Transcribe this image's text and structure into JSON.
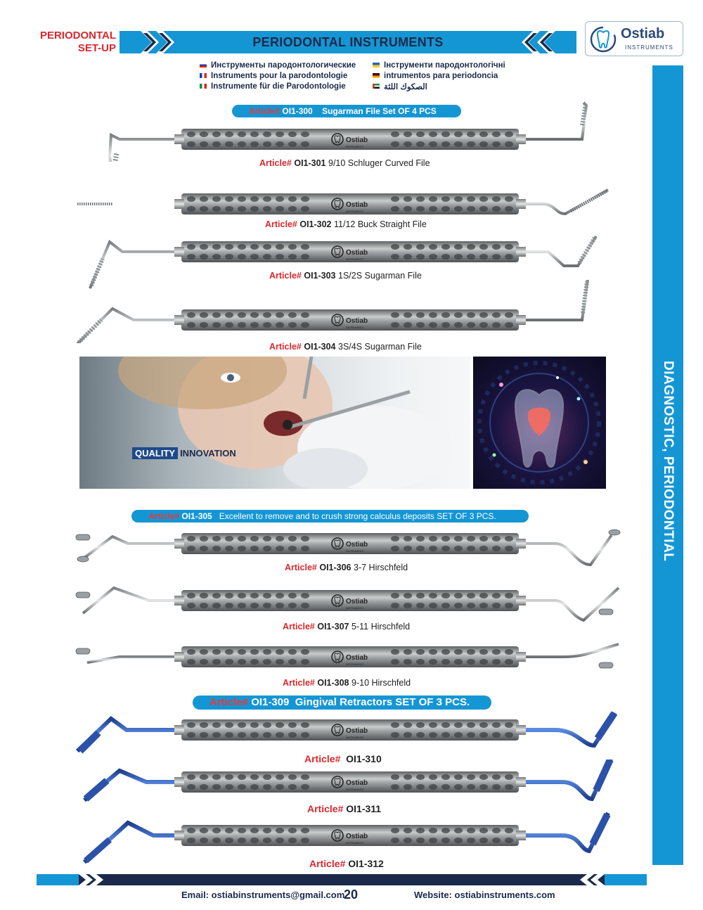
{
  "section_tag": [
    "PERIODONTAL",
    "SET-UP"
  ],
  "header_title": "PERIODONTAL INSTRUMENTS",
  "logo": {
    "brand": "Ostiab",
    "sub": "INSTRUMENTS"
  },
  "languages": {
    "left": [
      {
        "flag": "ru",
        "text": "Инструменты пародонтологические"
      },
      {
        "flag": "fr",
        "text": "Instruments pour la parodontologie"
      },
      {
        "flag": "it",
        "text": "Instrumente für die Parodontologie"
      }
    ],
    "right": [
      {
        "flag": "ua",
        "text": "Інструменти пародонтологічні"
      },
      {
        "flag": "de",
        "text": "intrumentos para periodoncia"
      },
      {
        "flag": "ae",
        "text": "الصكوك اللثة"
      }
    ]
  },
  "side_label": "DIAGNOSTIC, PERIODONTIAL",
  "sets": [
    {
      "art": "Article#",
      "code": "OI1-300",
      "text": "Sugarman File Set OF 4 PCS"
    },
    {
      "art": "Article#",
      "code": "OI1-305",
      "text": "Excellent to remove and to crush strong calculus deposits SET OF 3 PCS."
    },
    {
      "art": "Article#",
      "code": "OI1-309",
      "text": "Gingival Retractors SET OF 3 PCS."
    }
  ],
  "items": [
    {
      "art": "Article#",
      "code": "OI1-301",
      "name": "9/10 Schluger Curved File"
    },
    {
      "art": "Article#",
      "code": "OI1-302",
      "name": "11/12 Buck Straight File"
    },
    {
      "art": "Article#",
      "code": "OI1-303",
      "name": "1S/2S Sugarman File"
    },
    {
      "art": "Article#",
      "code": "OI1-304",
      "name": "3S/4S Sugarman File"
    },
    {
      "art": "Article#",
      "code": "OI1-306",
      "name": "3-7 Hirschfeld"
    },
    {
      "art": "Article#",
      "code": "OI1-307",
      "name": "5-11 Hirschfeld"
    },
    {
      "art": "Article#",
      "code": "OI1-308",
      "name": "9-10 Hirschfeld"
    },
    {
      "art": "Article#",
      "code": "OI1-310",
      "name": ""
    },
    {
      "art": "Article#",
      "code": "OI1-311",
      "name": ""
    },
    {
      "art": "Article#",
      "code": "OI1-312",
      "name": ""
    }
  ],
  "banner": {
    "quality": "QUALITY",
    "innovation": "INNOVATION"
  },
  "handle_logo": {
    "brand": "Ostiab",
    "sub": "INSTRUMENTS"
  },
  "footer": {
    "email": "Email: ostiabinstruments@gmail.com",
    "page": "20",
    "website": "Website: ostiabinstruments.com"
  },
  "colors": {
    "accent": "#1596d4",
    "red": "#d8282e",
    "navy": "#1b2a4a",
    "steel": "#8a8e91",
    "blue_tip": "#3a6fd0"
  }
}
